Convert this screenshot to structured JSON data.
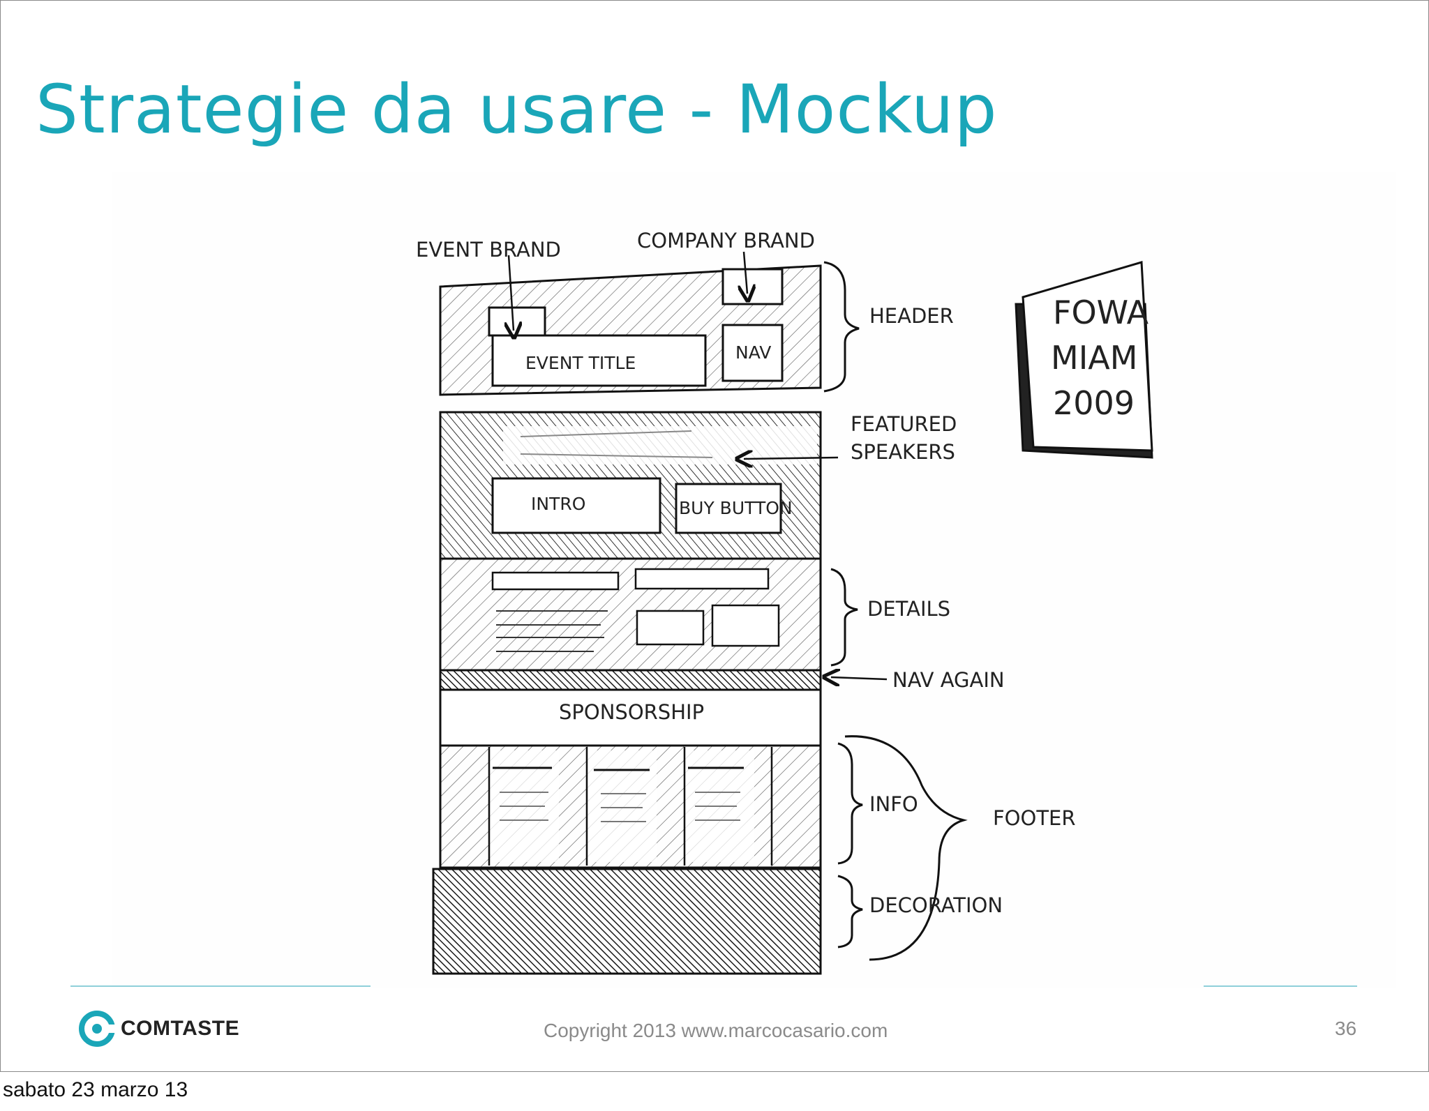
{
  "slide": {
    "title": "Strategie da usare - Mockup",
    "page_number": "36",
    "copyright": "Copyright 2013 www.marcocasario.com",
    "logo_text": "COMTASTE"
  },
  "sketch": {
    "labels": {
      "event_brand": "EVENT BRAND",
      "company_brand": "COMPANY BRAND",
      "event_title": "EVENT TITLE",
      "nav": "NAV",
      "header": "HEADER",
      "featured_speakers_line1": "FEATURED",
      "featured_speakers_line2": "SPEAKERS",
      "intro": "INTRO",
      "buy_button": "BUY BUTTON",
      "details": "DETAILS",
      "nav_again": "NAV AGAIN",
      "sponsorship": "SPONSORSHIP",
      "info": "INFO",
      "footer": "FOOTER",
      "decoration": "DECORATION",
      "fowa_line1": "FOWA",
      "fowa_line2": "MIAM",
      "fowa_line3": "2009"
    }
  },
  "os_footer": {
    "date": "sabato 23 marzo 13"
  },
  "colors": {
    "title": "#1aa6b8",
    "rule": "#8fd0da",
    "logo_mark": "#1aa6b8",
    "muted_text": "#8a8a8a"
  }
}
